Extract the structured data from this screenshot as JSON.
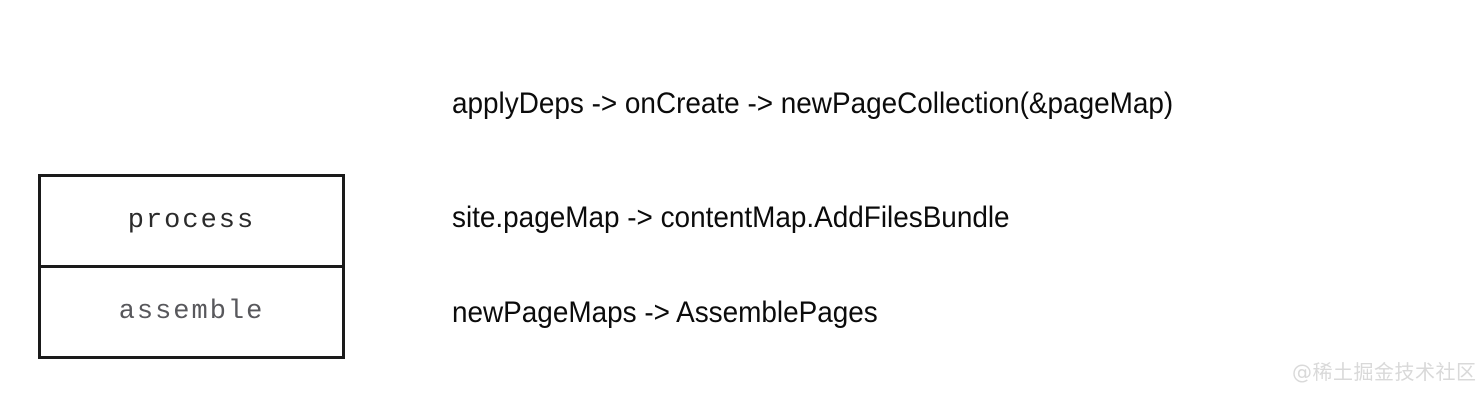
{
  "diagram": {
    "background_color": "#ffffff",
    "stage_box": {
      "border_color": "#1a1a1a",
      "cells": [
        {
          "label": "process",
          "text_color": "#2b2b2b"
        },
        {
          "label": "assemble",
          "text_color": "#58585c"
        }
      ]
    },
    "notes": [
      {
        "text": "applyDeps -> onCreate -> newPageCollection(&pageMap)"
      },
      {
        "text": "site.pageMap -> contentMap.AddFilesBundle"
      },
      {
        "text": "newPageMaps -> AssemblePages"
      }
    ],
    "watermark": {
      "text": "@稀土掘金技术社区",
      "color": "#d9d9d9"
    }
  }
}
